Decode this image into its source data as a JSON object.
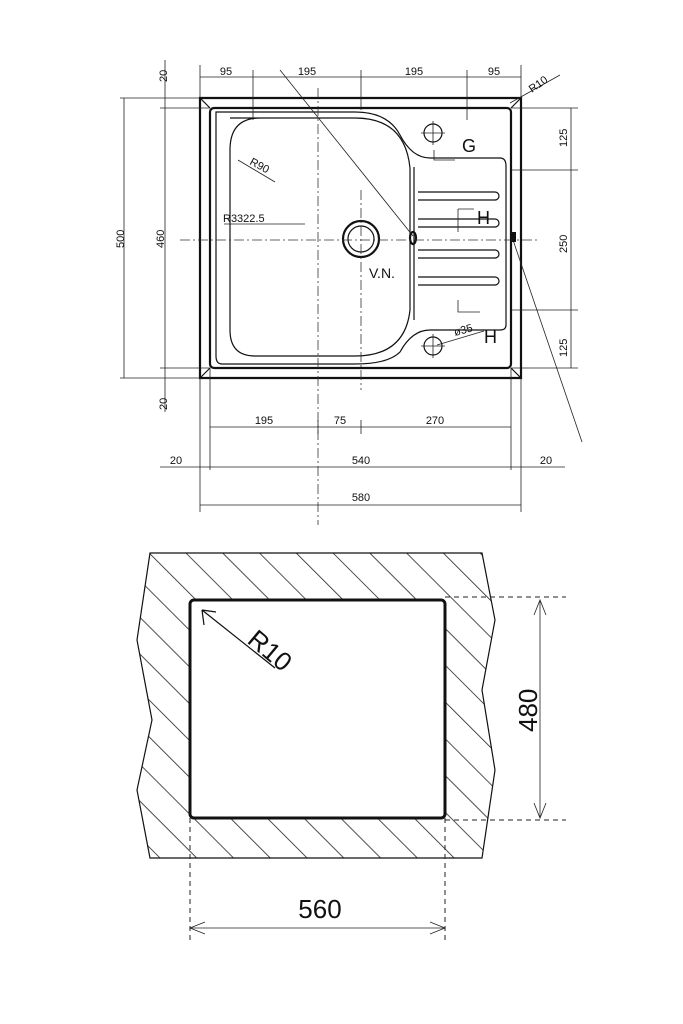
{
  "top_view": {
    "top_dims": [
      "95",
      "195",
      "195",
      "95"
    ],
    "corner_radius": "R10",
    "left_gap_top": "20",
    "left_gap_bottom": "20",
    "height_outer": "500",
    "height_inner": "460",
    "right_dims": [
      "125",
      "250",
      "125"
    ],
    "bowl_radius": "R90",
    "bowl_side_radius": "R3322.5",
    "drain_label": "V.N.",
    "tap_label_g": "G",
    "tap_label_h1": "H",
    "tap_label_h2": "H",
    "hole_diameter": "ø35",
    "bottom_dims": [
      "195",
      "75",
      "270"
    ],
    "width_gap_left": "20",
    "width_inner": "540",
    "width_gap_right": "20",
    "width_outer": "580"
  },
  "cutout_view": {
    "corner_radius": "R10",
    "height": "480",
    "width": "560"
  }
}
